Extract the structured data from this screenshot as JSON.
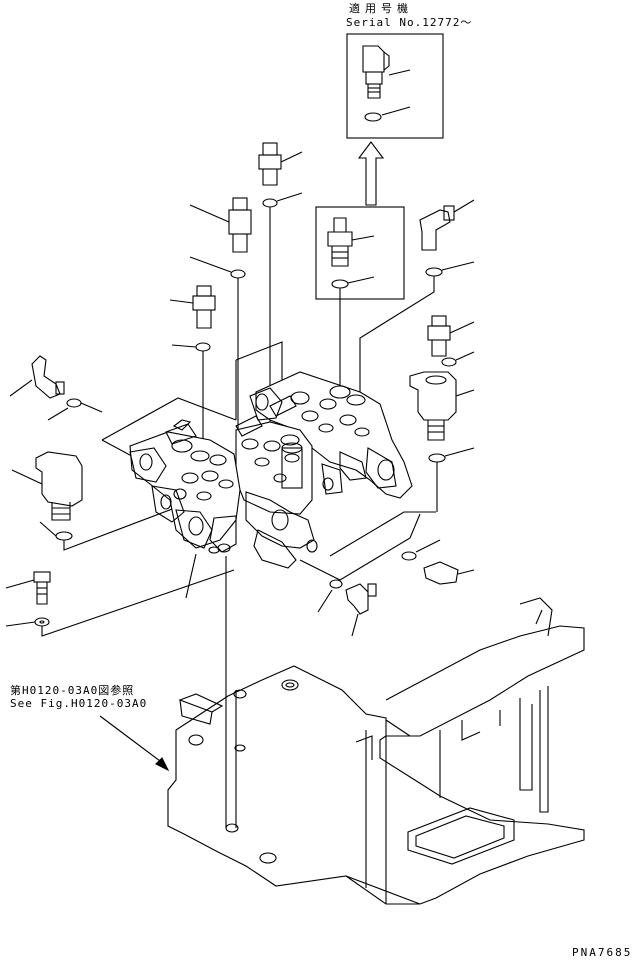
{
  "labels": {
    "serial_title": "適用号機",
    "serial_number": "Serial No.12772～",
    "reference_jp": "第H0120-03A0図参照",
    "reference_en": "See Fig.H0120-03A0",
    "drawing_code": "PNA7685"
  }
}
